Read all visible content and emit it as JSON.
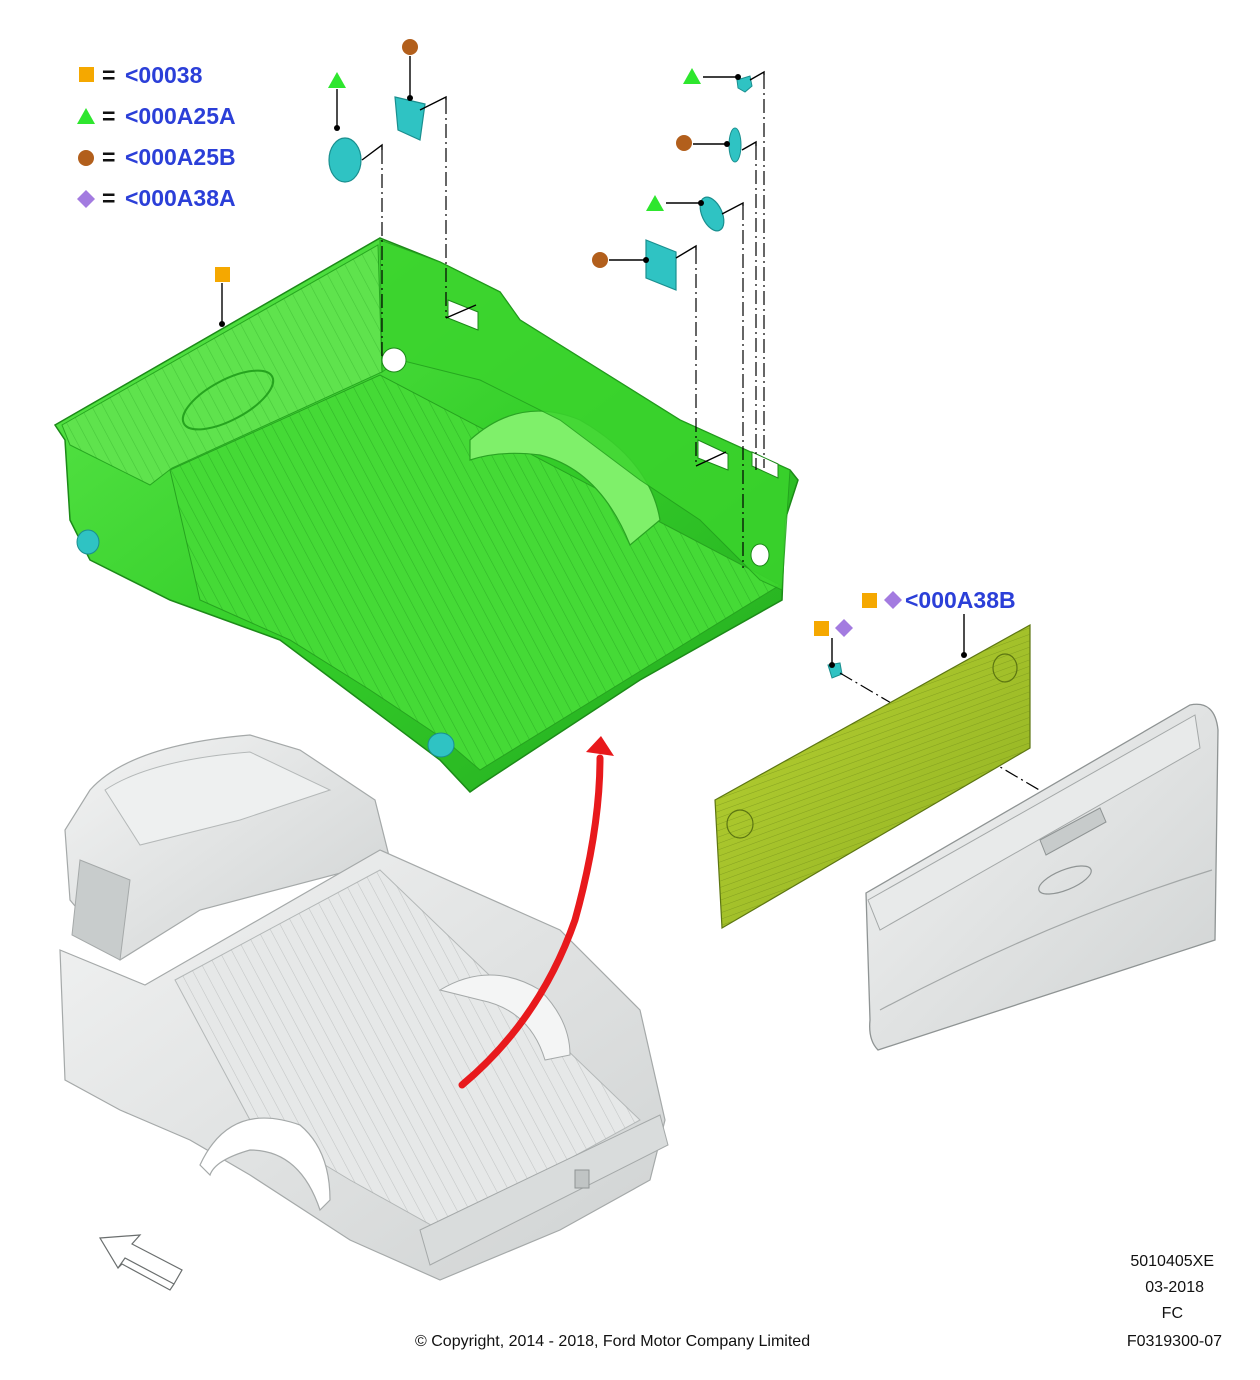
{
  "legend": [
    {
      "symbol": "square",
      "color": "#f5a800",
      "equals": "=",
      "code": "<00038"
    },
    {
      "symbol": "triangle",
      "color": "#2ee62e",
      "equals": "=",
      "code": "<000A25A"
    },
    {
      "symbol": "circle",
      "color": "#b25f1c",
      "equals": "=",
      "code": "<000A25B"
    },
    {
      "symbol": "diamond",
      "color": "#a37be0",
      "equals": "=",
      "code": "<000A38A"
    }
  ],
  "callouts": {
    "tailgate_liner_code": "<000A38B"
  },
  "meta": {
    "illustration_id": "5010405XE",
    "date": "03-2018",
    "market": "FC",
    "figure_number": "F0319300-07",
    "copyright": "© Copyright, 2014 - 2018, Ford Motor Company Limited"
  },
  "colors": {
    "bedliner_green": "#38d22c",
    "part_cyan": "#2fc3c3",
    "tailgate_liner": "#a9c72a",
    "vehicle_grey": "#d9dcdc",
    "arrow_red": "#e8191c",
    "legend_text": "#2b3fd8"
  }
}
